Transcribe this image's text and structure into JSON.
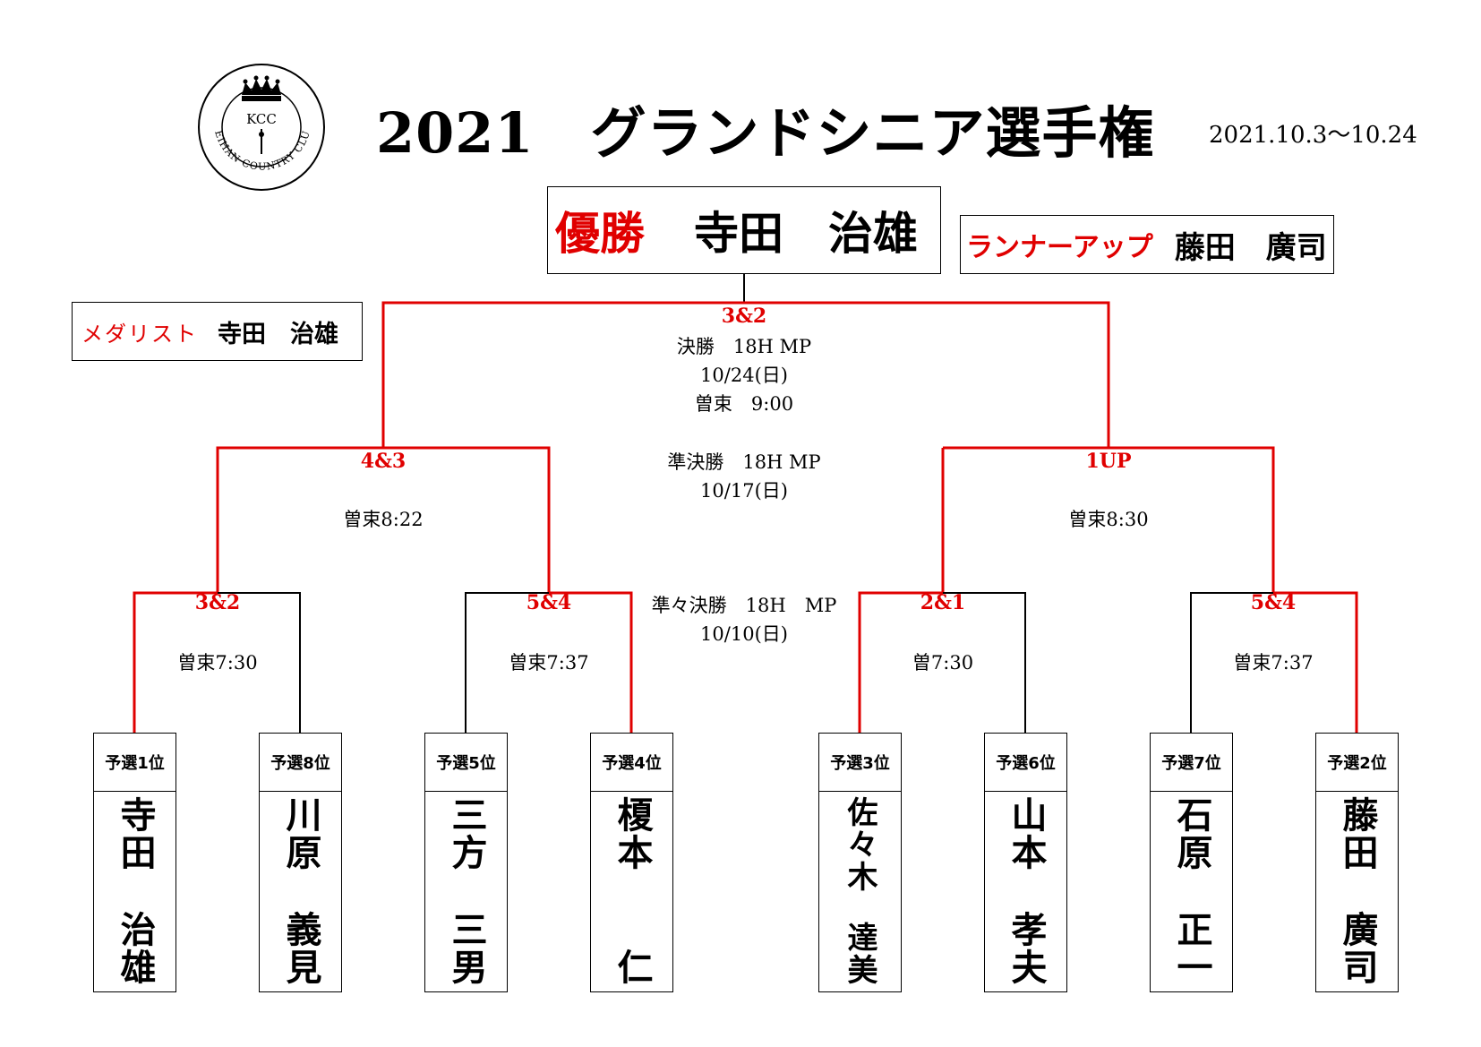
{
  "header": {
    "title": "2021　グランドシニア選手権",
    "dates": "2021.10.3～10.24",
    "logo": {
      "initials": "KCC",
      "ring_text": "KEIHAN COUNTRY CLUB"
    }
  },
  "results": {
    "winner_label": "優勝",
    "winner_name": "寺田　治雄",
    "runner_up_label": "ランナーアップ",
    "runner_up_name": "藤田　廣司",
    "medalist_label": "メダリスト",
    "medalist_name": "寺田　治雄"
  },
  "rounds": {
    "final": {
      "label": "決勝　18H MP",
      "date": "10/24(日)",
      "time": "曽束　9:00",
      "score": "3&2"
    },
    "semifinal": {
      "label": "準決勝　18H MP",
      "date": "10/17(日)"
    },
    "quarterfinal": {
      "label": "準々決勝　18H　MP",
      "date": "10/10(日)"
    }
  },
  "semis": [
    {
      "score": "4&3",
      "time": "曽束8:22"
    },
    {
      "score": "1UP",
      "time": "曽束8:30"
    }
  ],
  "quarters": [
    {
      "score": "3&2",
      "time": "曽束7:30"
    },
    {
      "score": "5&4",
      "time": "曽束7:37"
    },
    {
      "score": "2&1",
      "time": "曽7:30"
    },
    {
      "score": "5&4",
      "time": "曽束7:37"
    }
  ],
  "players": [
    {
      "seed": "予選1位",
      "surname": "寺田",
      "given": "治雄"
    },
    {
      "seed": "予選8位",
      "surname": "川原",
      "given": "義見"
    },
    {
      "seed": "予選5位",
      "surname": "三方",
      "given": "三男"
    },
    {
      "seed": "予選4位",
      "surname": "榎本",
      "given": "仁"
    },
    {
      "seed": "予選3位",
      "surname": "佐々木",
      "given": "達美"
    },
    {
      "seed": "予選6位",
      "surname": "山本",
      "given": "孝夫"
    },
    {
      "seed": "予選7位",
      "surname": "石原",
      "given": "正一"
    },
    {
      "seed": "予選2位",
      "surname": "藤田",
      "given": "廣司"
    }
  ],
  "colors": {
    "winner_line": "#e00000",
    "loser_line": "#000000",
    "accent_text": "#e00000"
  }
}
